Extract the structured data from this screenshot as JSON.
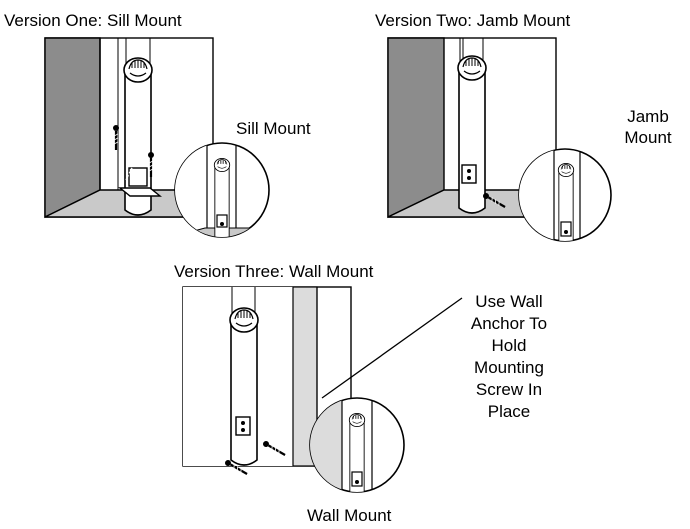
{
  "diagram": {
    "version_one": {
      "heading": "Version One: Sill Mount",
      "callout": "Sill Mount"
    },
    "version_two": {
      "heading": "Version Two: Jamb Mount",
      "callout_lines": [
        "Jamb",
        "Mount"
      ]
    },
    "version_three": {
      "heading": "Version Three: Wall Mount",
      "callout": "Wall Mount",
      "note_lines": [
        "Use Wall",
        "Anchor To",
        "Hold",
        "Mounting",
        "Screw In",
        "Place"
      ]
    }
  },
  "colors": {
    "wall_gray": "#8c8c8c",
    "floor_gray": "#c9c9c9",
    "trim_gray": "#dcdcdc",
    "line": "#000000"
  }
}
